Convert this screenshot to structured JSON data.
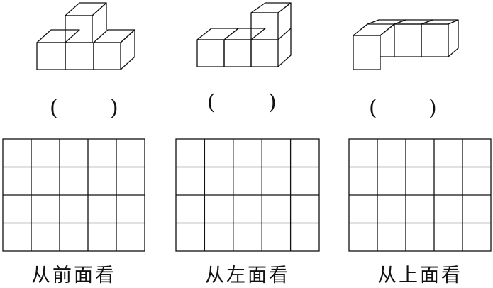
{
  "paren_open": "(",
  "paren_close": ")",
  "views": [
    {
      "label": "从前面看"
    },
    {
      "label": "从左面看"
    },
    {
      "label": "从上面看"
    }
  ]
}
